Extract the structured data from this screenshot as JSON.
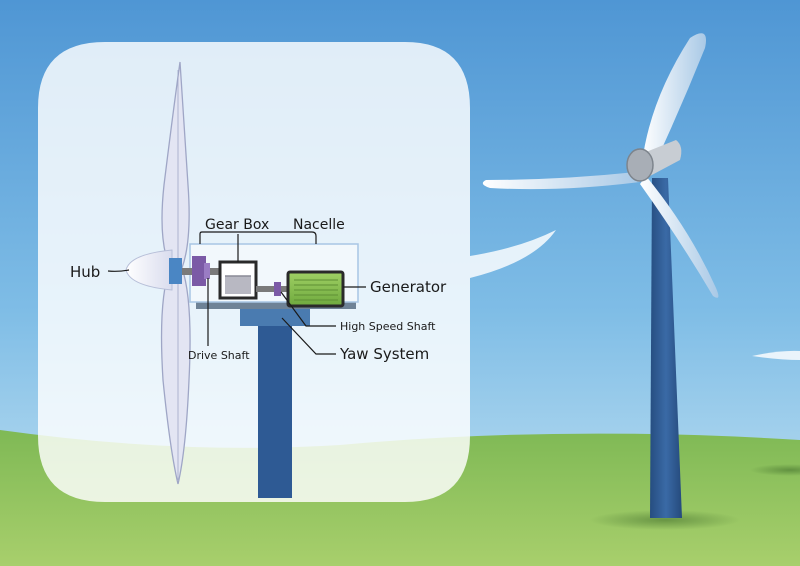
{
  "labels": {
    "hub": "Hub",
    "gear_box": "Gear Box",
    "nacelle": "Nacelle",
    "generator": "Generator",
    "high_speed_shaft": "High Speed Shaft",
    "drive_shaft": "Drive Shaft",
    "yaw_system": "Yaw System"
  },
  "colors": {
    "sky_top": "#5b9fd8",
    "sky_bottom": "#bfe0f2",
    "grass_top": "#8cc05a",
    "grass_bottom": "#a4cd6a",
    "tower": "#2e5a94",
    "hub_connector": "#4a86c4",
    "drive_coupling": "#7b5aa6",
    "generator": "#8cc152",
    "gearbox_fill": "#b8b8c2",
    "component_outline": "#2a2a2a",
    "yaw_base": "#4a7bb0",
    "callout": "#ffffff"
  }
}
